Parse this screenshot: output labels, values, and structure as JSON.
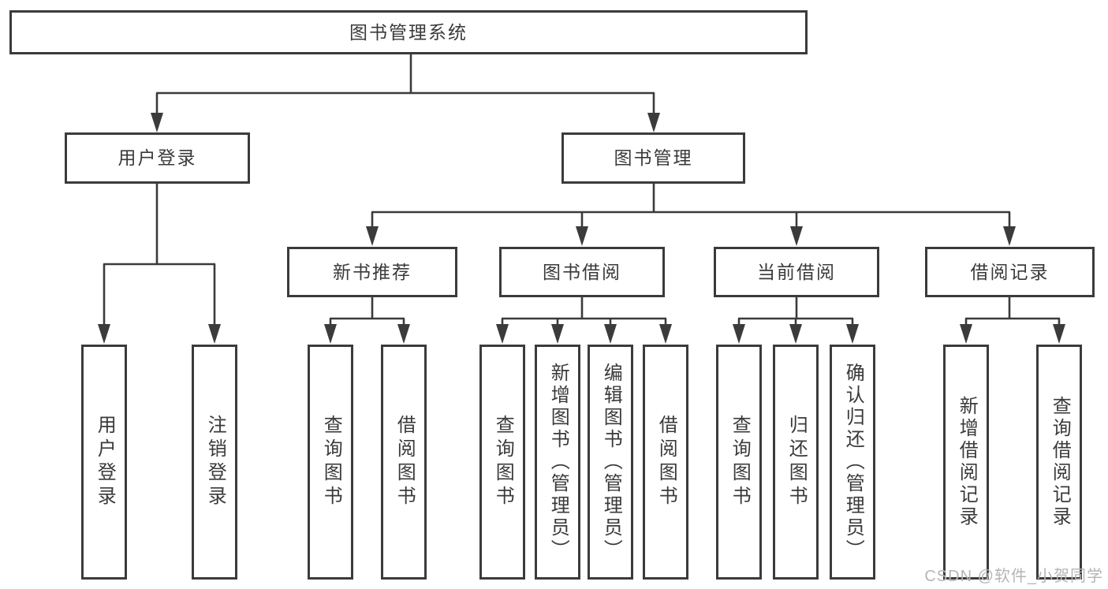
{
  "diagram": {
    "root": {
      "label": "图书管理系统",
      "children": [
        {
          "label": "用户登录",
          "children": [
            {
              "label": "用户登录"
            },
            {
              "label": "注销登录"
            }
          ]
        },
        {
          "label": "图书管理",
          "children": [
            {
              "label": "新书推荐",
              "children": [
                {
                  "label": "查询图书"
                },
                {
                  "label": "借阅图书"
                }
              ]
            },
            {
              "label": "图书借阅",
              "children": [
                {
                  "label": "查询图书"
                },
                {
                  "label": "新增图书（管理员）"
                },
                {
                  "label": "编辑图书（管理员）"
                },
                {
                  "label": "借阅图书"
                }
              ]
            },
            {
              "label": "当前借阅",
              "children": [
                {
                  "label": "查询图书"
                },
                {
                  "label": "归还图书"
                },
                {
                  "label": "确认归还（管理员）"
                }
              ]
            },
            {
              "label": "借阅记录",
              "children": [
                {
                  "label": "新增借阅记录"
                },
                {
                  "label": "查询借阅记录"
                }
              ]
            }
          ]
        }
      ]
    },
    "watermark": "CSDN @软件_小贺同学",
    "colors": {
      "line": "#3b3b3b",
      "text": "#3a3a3a",
      "background": "#ffffff",
      "watermark": "#b5b5b5"
    }
  }
}
